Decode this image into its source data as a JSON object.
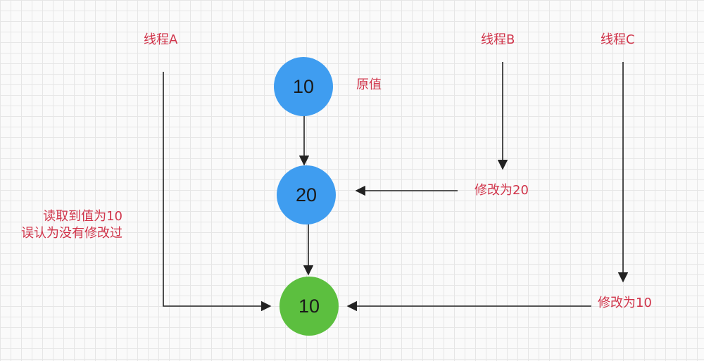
{
  "threads": {
    "a": "线程A",
    "b": "线程B",
    "c": "线程C"
  },
  "nodes": {
    "original": "10",
    "modified": "20",
    "final": "10"
  },
  "labels": {
    "original_value": "原值",
    "modify_to_20": "修改为20",
    "modify_to_10": "修改为10"
  },
  "note": {
    "line1": "读取到值为10",
    "line2": "误认为没有修改过"
  },
  "colors": {
    "text_red": "#d0344a",
    "node_blue": "#3f9df0",
    "node_green": "#5cbf3f",
    "arrow": "#222222"
  }
}
